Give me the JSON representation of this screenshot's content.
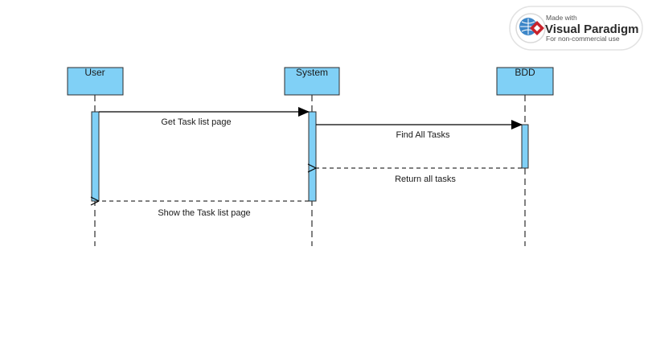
{
  "watermark": {
    "made_with": "Made with",
    "brand": "Visual Paradigm",
    "usage": "For non-commercial use"
  },
  "lifelines": [
    {
      "name": "User"
    },
    {
      "name": "System"
    },
    {
      "name": "BDD"
    }
  ],
  "messages": [
    {
      "label": "Get Task list page",
      "from": "User",
      "to": "System",
      "kind": "sync"
    },
    {
      "label": "Find All Tasks",
      "from": "System",
      "to": "BDD",
      "kind": "sync"
    },
    {
      "label": "Return all tasks",
      "from": "BDD",
      "to": "System",
      "kind": "return"
    },
    {
      "label": "Show the Task list page",
      "from": "System",
      "to": "User",
      "kind": "return"
    }
  ],
  "colors": {
    "lifeline_fill": "#80d0f6",
    "outline": "#2d2d2d",
    "watermark_red": "#c8232c",
    "watermark_blue": "#2a6fb0"
  }
}
